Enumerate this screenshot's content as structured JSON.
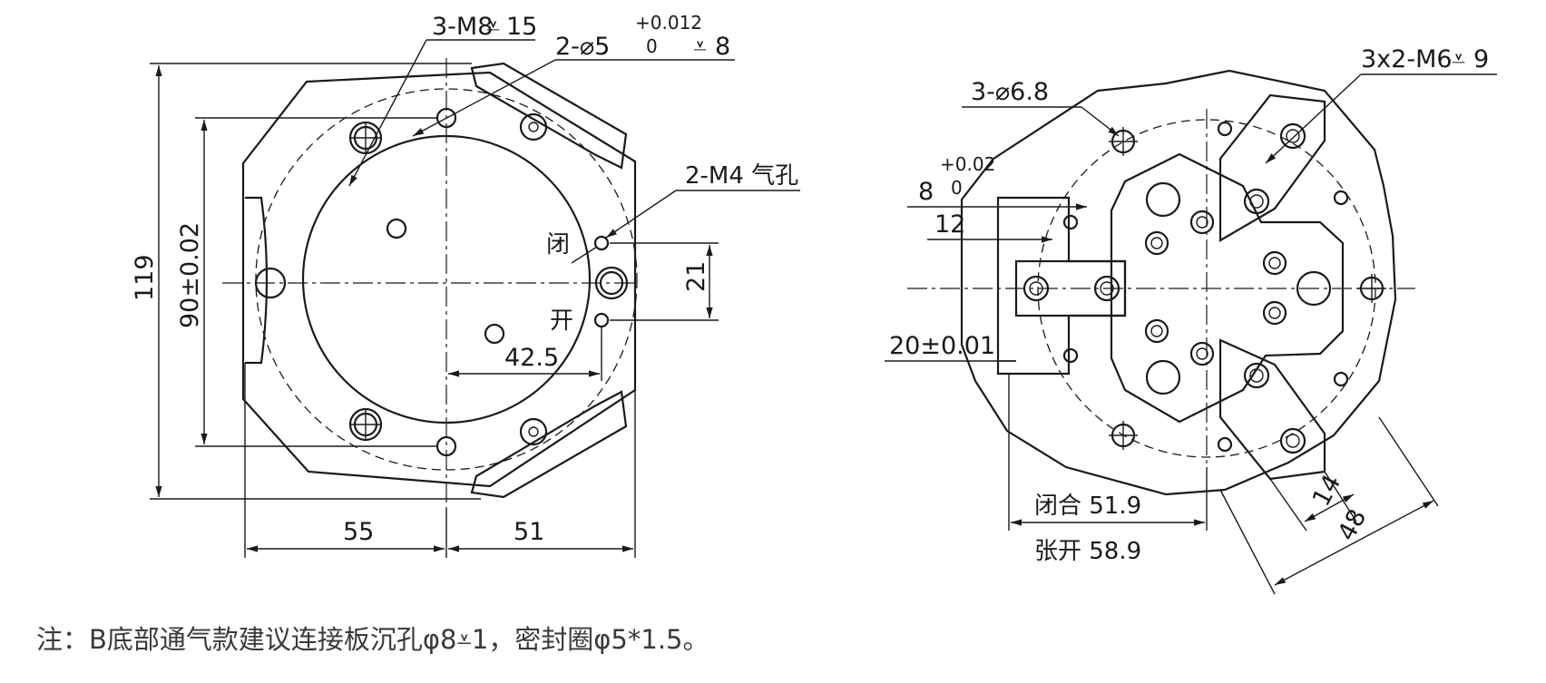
{
  "left_view": {
    "callouts": {
      "m8_holes": "3-M8",
      "m8_depth": "15",
      "pin_holes": "2-⌀5",
      "pin_tol_upper": "+0.012",
      "pin_tol_lower": "0",
      "pin_depth": "8",
      "air_holes": "2-M4 气孔"
    },
    "labels": {
      "close": "闭",
      "open": "开"
    },
    "dimensions": {
      "overall_height": "119",
      "hole_spacing": "90±0.02",
      "air_spacing": "21",
      "air_offset": "42.5",
      "left_width": "55",
      "right_width": "51"
    }
  },
  "right_view": {
    "callouts": {
      "through_holes": "3-⌀6.8",
      "m6_holes": "3x2-M6",
      "m6_depth": "9"
    },
    "dimensions": {
      "slot_width": "8",
      "slot_tol_upper": "+0.02",
      "slot_tol_lower": "0",
      "jaw_width": "12",
      "jaw_height": "20±0.01",
      "closed": "闭合 51.9",
      "opened": "张开 58.9",
      "jaw_small": "14",
      "jaw_large": "48"
    }
  },
  "note": "注：B底部通气款建议连接板沉孔φ8⩡1，密封圈φ5*1.5。"
}
